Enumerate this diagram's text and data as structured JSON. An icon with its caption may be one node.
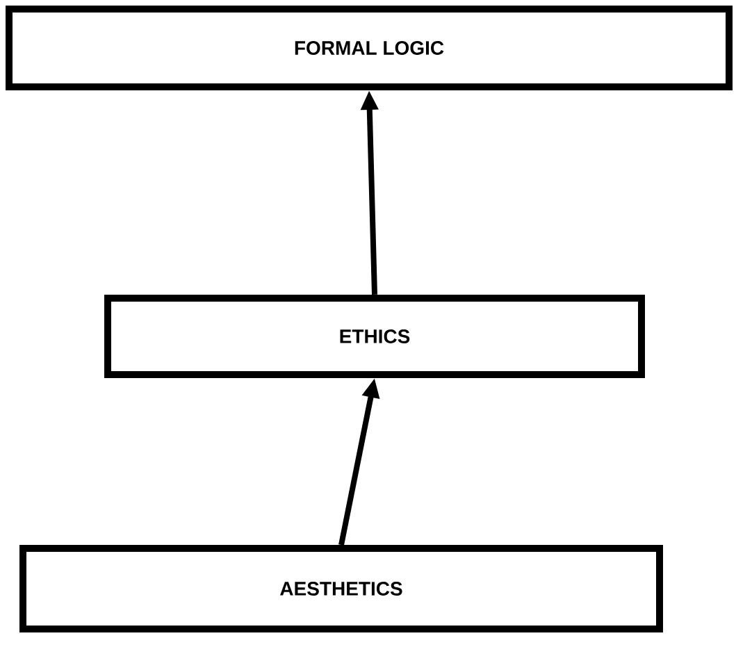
{
  "diagram": {
    "nodes": [
      {
        "text": [
          "FORMAL LOGIC"
        ]
      },
      {
        "text": [
          "ETHICS"
        ]
      },
      {
        "text": [
          "AESTHETICS"
        ]
      }
    ],
    "edges": [
      {
        "from": 1,
        "to": 0,
        "arrow": "to"
      },
      {
        "from": 2,
        "to": 1,
        "arrow": "to"
      }
    ]
  }
}
